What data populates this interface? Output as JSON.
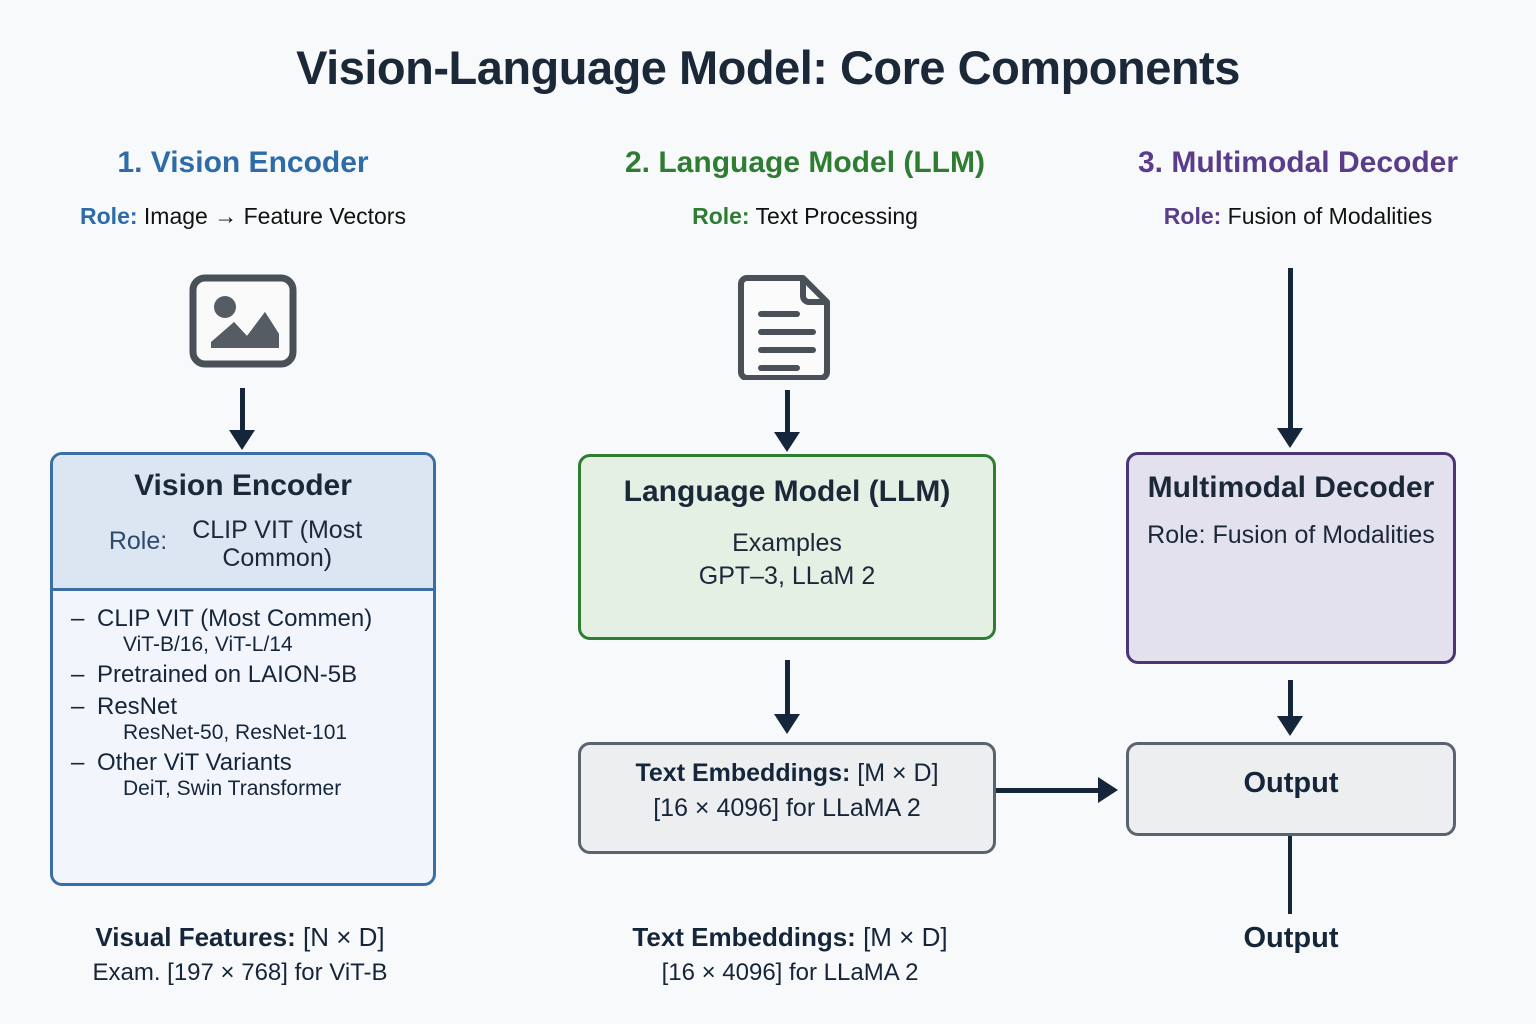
{
  "page": {
    "title": "Vision-Language Model: Core Components",
    "background": "#f8f9fa"
  },
  "columns": [
    {
      "heading": "1. Vision Encoder",
      "heading_color": "#2d6ca8",
      "role_key": "Role:",
      "role_value": " Image → Feature Vectors",
      "icon": "image-icon"
    },
    {
      "heading": "2. Language Model (LLM)",
      "heading_color": "#2e7d32",
      "role_key": "Role:",
      "role_value": " Text Processing",
      "icon": "document-icon"
    },
    {
      "heading": "3. Multimodal Decoder",
      "heading_color": "#5a3d8a",
      "role_key": "Role:",
      "role_value": " Fusion of Modalities",
      "icon": "none"
    }
  ],
  "vision_box": {
    "title": "Vision Encoder",
    "role_key": "Role:",
    "role_value": "CLIP VIT (Most Common)",
    "border_color": "#3b6ea5",
    "header_fill": "#dbe6f2",
    "body_fill": "#f2f6fc",
    "items": [
      {
        "dash": "–",
        "main": "CLIP VIT (Most Commen)",
        "sub": "ViT-B/16, ViT-L/14"
      },
      {
        "dash": "–",
        "main": "Pretrained on LAION-5B",
        "sub": ""
      },
      {
        "dash": "–",
        "main": "ResNet",
        "sub": "ResNet-50, ResNet-101"
      },
      {
        "dash": "–",
        "main": "Other ViT Variants",
        "sub": "DeiT, Swin Transformer"
      }
    ]
  },
  "llm_box": {
    "title": "Language Model (LLM)",
    "line1": "Examples",
    "line2": "GPT–3, LLaM 2",
    "border_color": "#2e7d32",
    "fill": "#e4f0e4"
  },
  "decoder_box": {
    "title": "Multimodal Decoder",
    "role": "Role: Fusion of Modalities",
    "border_color": "#4b3575",
    "fill": "#e3e1ee"
  },
  "text_embeddings_box": {
    "label": "Text Embeddings:",
    "dims": " [M × D]",
    "example": "[16 × 4096] for LLaMA 2",
    "border_color": "#5a6470",
    "fill": "#eceef0"
  },
  "output_box": {
    "title": "Output",
    "border_color": "#5a6470",
    "fill": "#eceef0"
  },
  "captions": {
    "visual_features_label": "Visual Features:",
    "visual_features_dims": " [N × D]",
    "visual_features_example": "Exam. [197 × 768] for ViT-B",
    "text_embeddings_label": "Text Embeddings:",
    "text_embeddings_dims": " [M × D]",
    "text_embeddings_example": "[16 × 4096] for LLaMA 2",
    "output_label": "Output"
  },
  "arrows": {
    "color": "#16263a"
  }
}
